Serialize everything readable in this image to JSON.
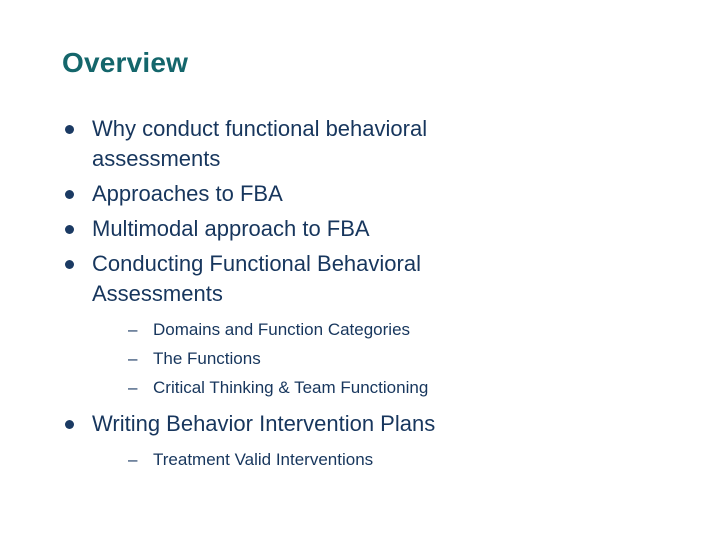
{
  "slide": {
    "title": "Overview",
    "title_color": "#14666B",
    "body_color": "#17365D",
    "background_color": "#FFFFFF",
    "bullet_marker_color": "#1B3A63",
    "dash_marker": "–"
  },
  "outline": {
    "items": [
      {
        "level": 1,
        "text": "Why conduct functional behavioral assessments"
      },
      {
        "level": 1,
        "text": "Approaches to FBA"
      },
      {
        "level": 1,
        "text": "Multimodal approach to FBA"
      },
      {
        "level": 1,
        "text": "Conducting Functional Behavioral Assessments",
        "children": [
          {
            "level": 2,
            "text": "Domains and Function Categories"
          },
          {
            "level": 2,
            "text": "The Functions"
          },
          {
            "level": 2,
            "text": "Critical Thinking & Team Functioning"
          }
        ]
      },
      {
        "level": 1,
        "text": "Writing Behavior Intervention Plans",
        "children": [
          {
            "level": 2,
            "text": "Treatment Valid Interventions"
          }
        ]
      }
    ]
  }
}
